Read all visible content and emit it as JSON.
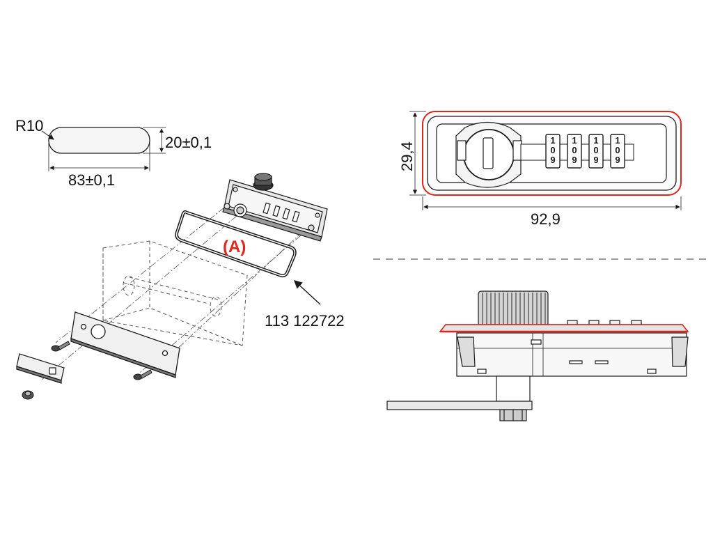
{
  "cutout": {
    "radius_label": "R10",
    "height_label": "20±0,1",
    "width_label": "83±0,1"
  },
  "exploded": {
    "callout_label": "(A)",
    "part_number": "113 122722"
  },
  "front_view": {
    "height_label": "29,4",
    "width_label": "92,9",
    "dials": [
      "1",
      "0",
      "9"
    ]
  },
  "colors": {
    "line": "#1a1a1a",
    "highlight": "#e0251b",
    "fill_light": "#f3f3f3",
    "fill_mid": "#d9d9d9",
    "separator": "#9a9a9a"
  }
}
